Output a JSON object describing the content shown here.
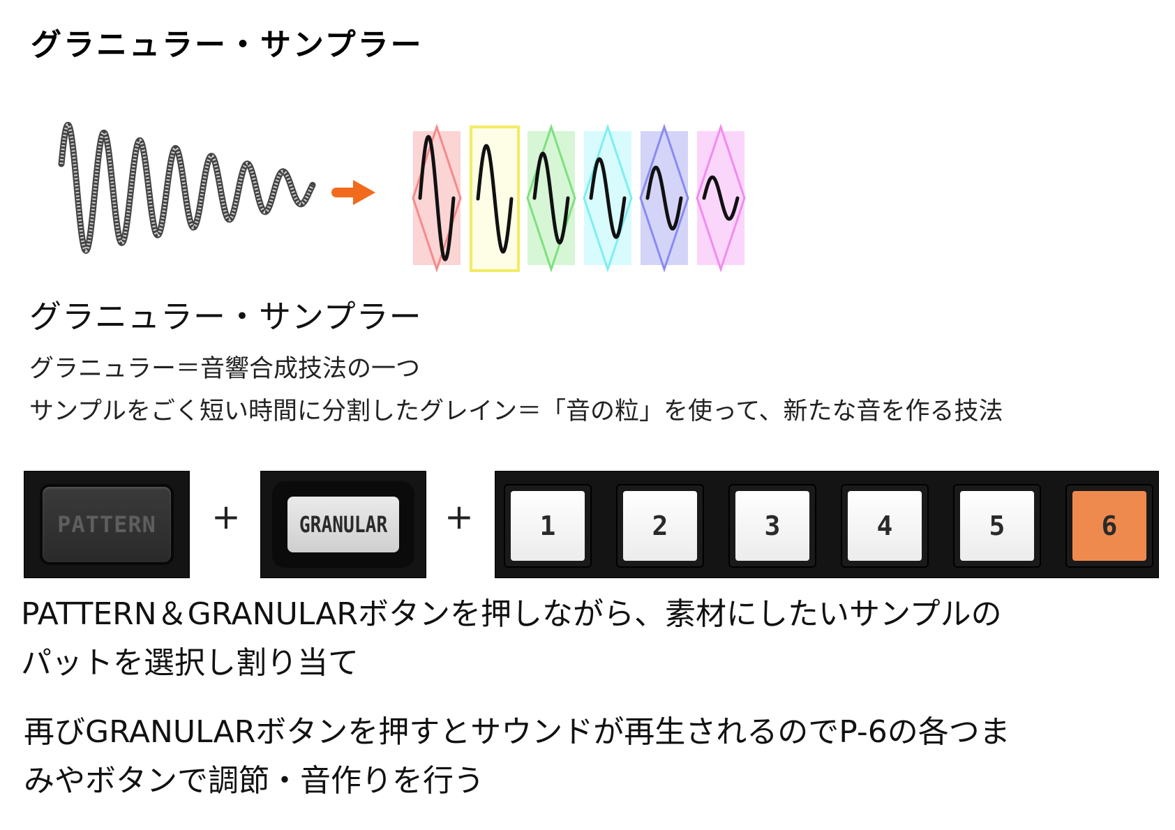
{
  "header": {
    "title": "グラニュラー・サンプラー"
  },
  "concept": {
    "subtitle": "グラニュラー・サンプラー",
    "definition": "グラニュラー＝音響合成技法の一つ",
    "description": "サンプルをごく短い時間に分割したグレイン＝「音の粒」を使って、新たな音を作る技法"
  },
  "figure": {
    "arrow_color": "#f26a1b",
    "grain_colors": [
      "#f58a8a",
      "#f2ec63",
      "#7ee07e",
      "#7eeef2",
      "#8a8af2",
      "#f28af2"
    ],
    "grain_fills": [
      "#fbd4d4",
      "#fefde6",
      "#d6f6d6",
      "#d8fbfd",
      "#d4d4f8",
      "#fbd6fb"
    ]
  },
  "controls": {
    "pattern_label": "PATTERN",
    "granular_label": "GRANULAR",
    "plus": "+",
    "pads": [
      {
        "label": "1",
        "active": false
      },
      {
        "label": "2",
        "active": false
      },
      {
        "label": "3",
        "active": false
      },
      {
        "label": "4",
        "active": false
      },
      {
        "label": "5",
        "active": false
      },
      {
        "label": "6",
        "active": true
      }
    ],
    "active_color": "#ef8a4f"
  },
  "instructions": {
    "line1": "PATTERN＆GRANULARボタンを押しながら、素材にしたいサンプルの",
    "line2": "パットを選択し割り当て",
    "line3": "再びGRANULARボタンを押すとサウンドが再生されるのでP-6の各つま",
    "line4": "みやボタンで調節・音作りを行う"
  }
}
